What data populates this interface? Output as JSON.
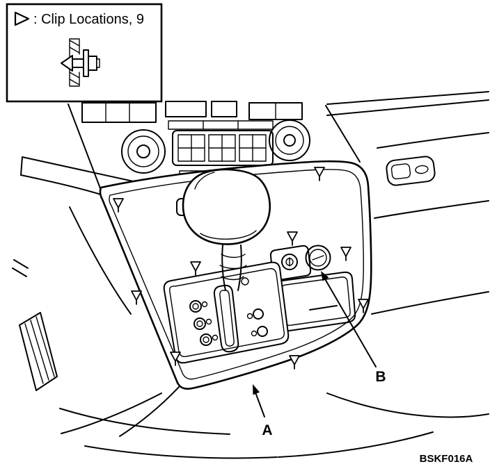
{
  "legend": {
    "symbol": "clip-location-triangle",
    "text": ": Clip Locations, 9",
    "count": 9
  },
  "callouts": {
    "a": "A",
    "b": "B"
  },
  "figure_code": "BSKF016A"
}
